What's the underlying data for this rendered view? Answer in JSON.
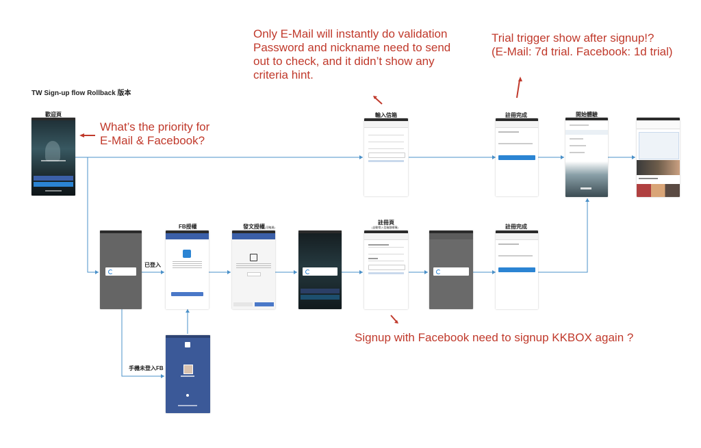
{
  "title": "TW Sign-up flow Rollback 版本",
  "labels": {
    "welcome": "歡迎頁",
    "email_input": "輸入信箱",
    "signup_done_top": "註冊完成",
    "start_trial": "開始體驗",
    "fb_auth": "FB授權",
    "post_auth": "發文授權",
    "post_auth_note": "(可略過)",
    "signup_page": "註冊頁",
    "signup_page_note": "(自動帶入信箱跟暱稱)",
    "signup_done_bottom": "註冊完成",
    "logged_in": "已登入",
    "phone_no_fb": "手機未登入FB"
  },
  "notes": {
    "email_validation": "Only E-Mail will instantly do validation\nPassword and nickname need to send\nout to check, and it didn’t show any\ncriteria hint.",
    "trial_trigger": "Trial trigger show after signup!?\n(E-Mail: 7d trial. Facebook: 1d trial)",
    "priority": "What’s the priority for\nE-Mail & Facebook?",
    "fb_signup": "Signup with Facebook need to signup KKBOX again ?"
  },
  "colors": {
    "annotation": "#c0392b",
    "flow_line": "#4a90c8",
    "facebook_blue": "#3b5fa8",
    "kkbox_blue": "#2b84d3"
  }
}
